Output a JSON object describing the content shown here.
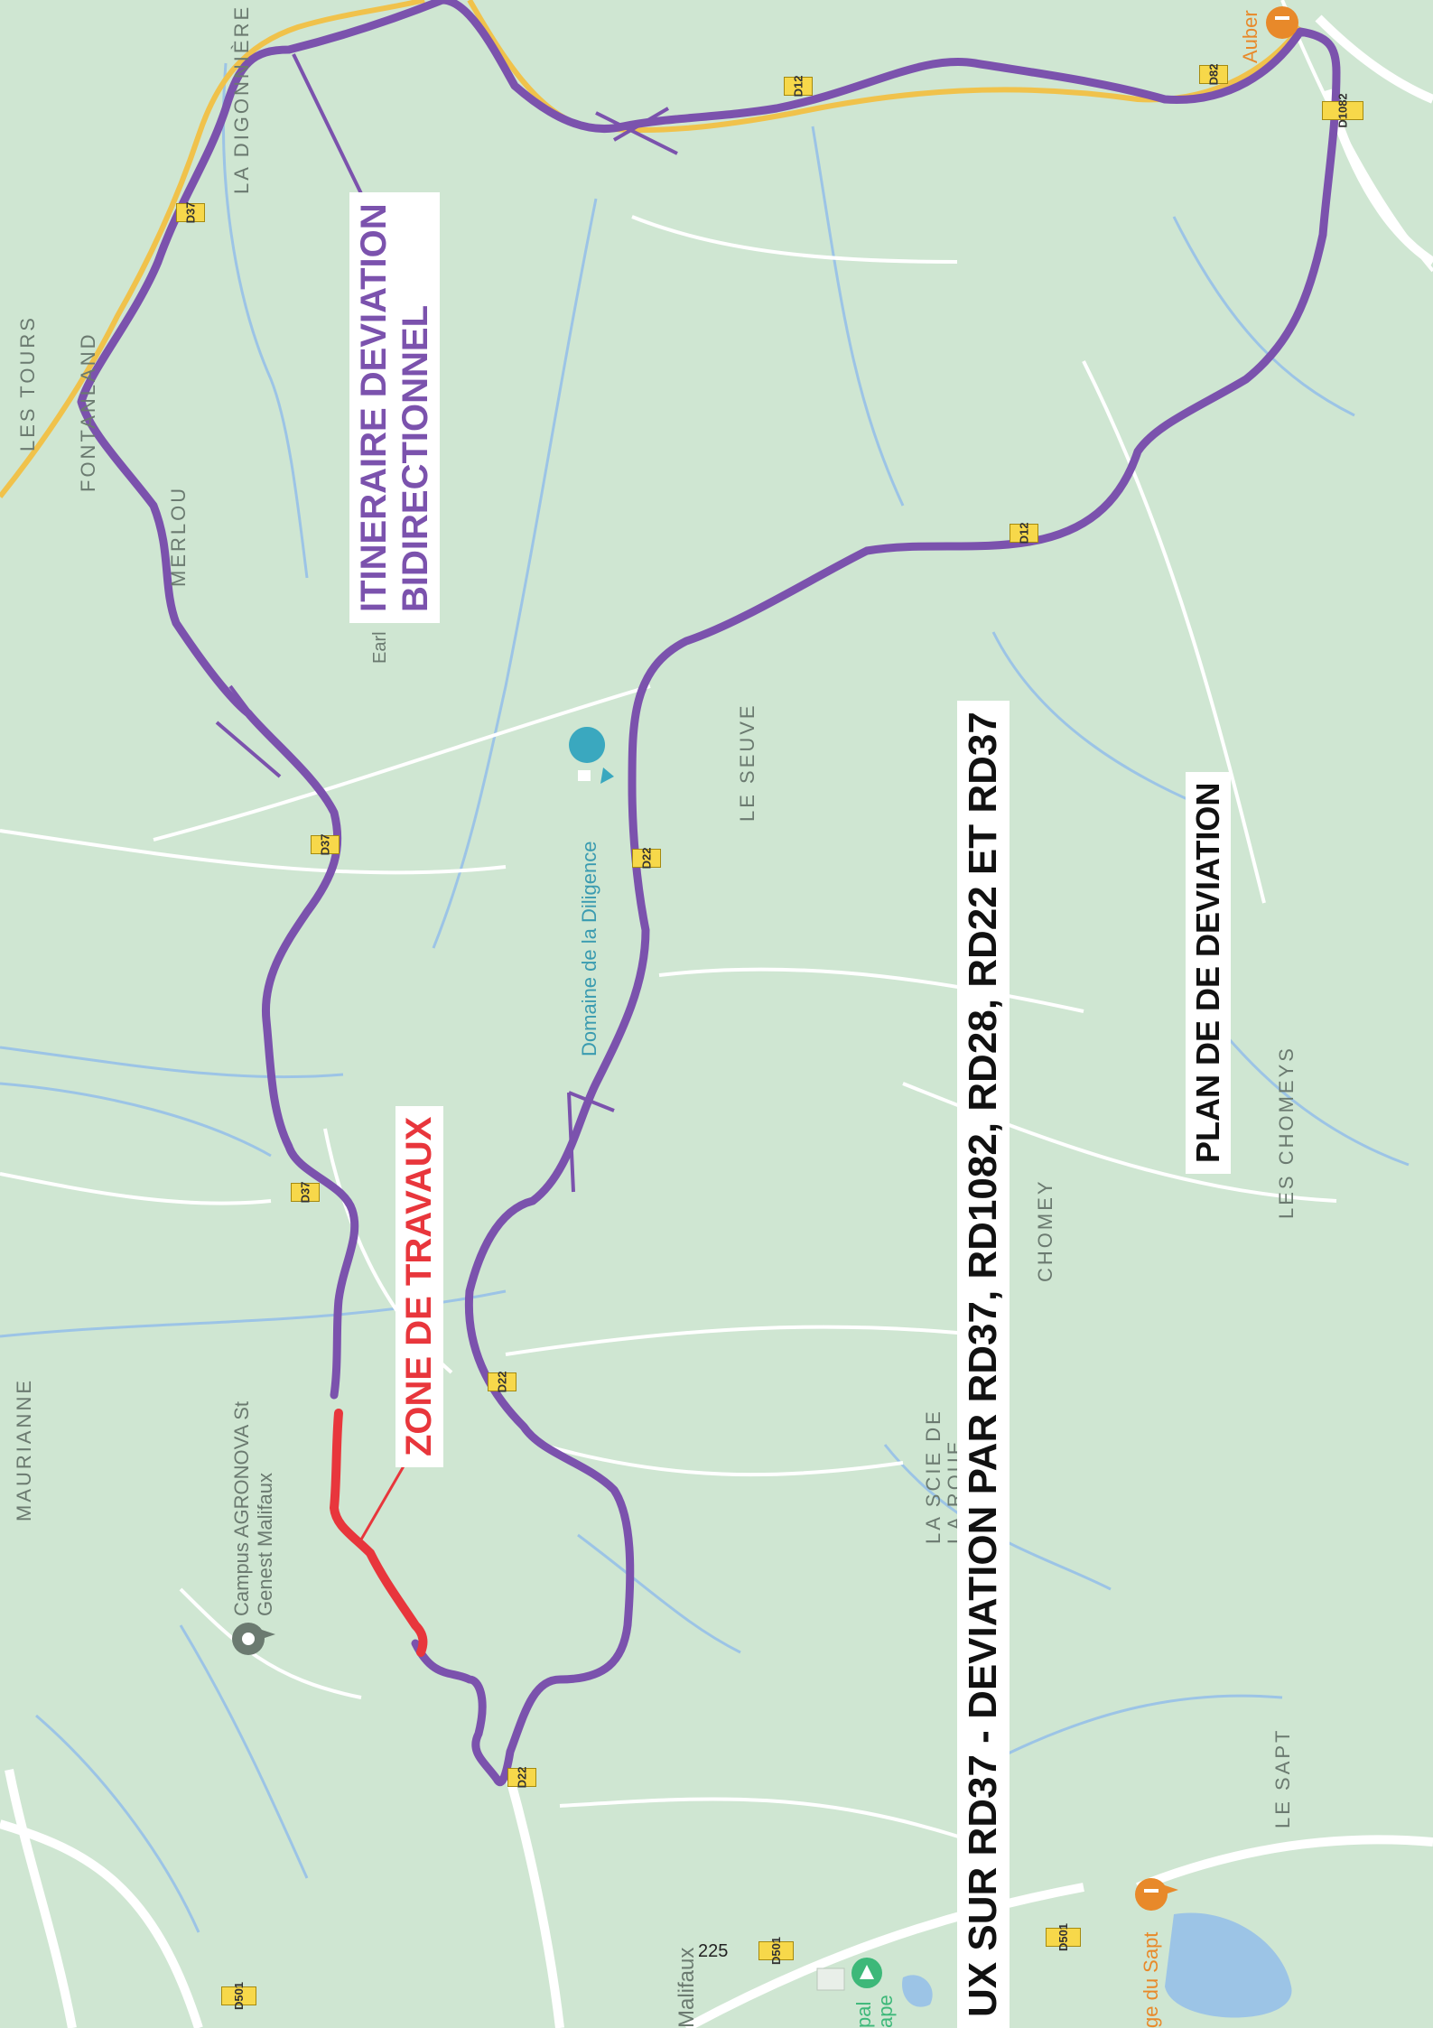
{
  "places": {
    "les_tours": "LES TOURS",
    "fontanland": "FONTANLAND",
    "merlou": "MERLOU",
    "la_digonniere": "LA DIGONNIÈRE",
    "le_seuve": "LE SEUVE",
    "chomey": "CHOMEY",
    "les_chomeys": "LES CHOMEYS",
    "le_sapt": "LE SAPT",
    "la_scie_de_la_roue": "LA SCIE DE LA ROUE",
    "maurianne": "MAURIANNE",
    "malifaux": "Malifaux"
  },
  "pois": {
    "diligence": "Domaine de la Diligence",
    "campus": "Campus AGRONOVA St Genest Malifaux",
    "auberge_top": "Auber",
    "auberge_bottom": "ge du Sapt",
    "camping": "pal ape",
    "earl": "Earl"
  },
  "roads": [
    "D12",
    "D82",
    "D1082",
    "D12",
    "D37",
    "D37",
    "D37",
    "D22",
    "D22",
    "D22",
    "D501",
    "D501",
    "D501"
  ],
  "labels": {
    "itineraire_line1": "ITINERAIRE DEVIATION",
    "itineraire_line2": "BIDIRECTIONNEL",
    "zone_travaux": "ZONE DE TRAVAUX",
    "main_title": "UX SUR RD37 - DEVIATION PAR RD37, RD1082, RD28, RD22 ET RD37",
    "plan": "PLAN DE DE DEVIATION"
  },
  "page_number": "225",
  "colors": {
    "map_bg": "#cfe6d2",
    "detour_route": "#7b52ad",
    "work_zone": "#e8363c",
    "road_white": "#ffffff",
    "stream_blue": "#9cc4e6",
    "highway": "#f0c24b"
  }
}
